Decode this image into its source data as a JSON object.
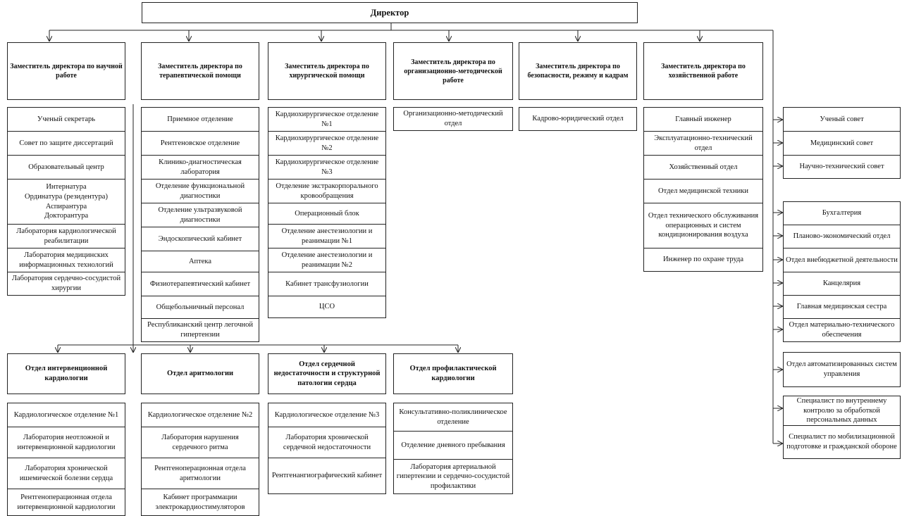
{
  "director": "Директор",
  "deputies": [
    {
      "title": "Заместитель директора по научной работе",
      "units": [
        "Ученый секретарь",
        "Совет по защите диссертаций",
        "Образовательный центр",
        "Интернатура\nОрдинатура (резидентура)\nАспирантура\nДокторантура",
        "Лаборатория кардиологической реабилитации",
        "Лаборатория медицинских информационных технологий",
        "Лаборатория сердечно-сосудистой хирургии"
      ]
    },
    {
      "title": "Заместитель директора по терапевтической помощи",
      "units": [
        "Приемное отделение",
        "Рентгеновское отделение",
        "Клинико-диагностическая лаборатория",
        "Отделение функциональной диагностики",
        "Отделение ультразвуковой диагностики",
        "Эндоскопический кабинет",
        "Аптека",
        "Физиотерапевтический кабинет",
        "Общебольничный персонал",
        "Республиканский центр легочной гипертензии"
      ]
    },
    {
      "title": "Заместитель директора по хирургической помощи",
      "units": [
        "Кардиохирургическое отделение №1",
        "Кардиохирургическое отделение №2",
        "Кардиохирургическое отделение №3",
        "Отделение экстракорпорального кровообращения",
        "Операционный блок",
        "Отделение анестезиологии и реанимации №1",
        "Отделение анестезиологии и реанимации №2",
        "Кабинет трансфузиологии",
        "ЦСО"
      ]
    },
    {
      "title": "Заместитель директора по организационно-методической работе",
      "units": [
        "Организационно-методический отдел"
      ]
    },
    {
      "title": "Заместитель директора по безопасности, режиму и кадрам",
      "units": [
        "Кадрово-юридический отдел"
      ]
    },
    {
      "title": "Заместитель директора по хозяйственной работе",
      "units": [
        "Главный инженер",
        "Эксплуатационно-технический отдел",
        "Хозяйственный отдел",
        "Отдел медицинской техники",
        "Отдел технического обслуживания операционных и систем кондиционирования воздуха",
        "Инженер по охране труда"
      ]
    }
  ],
  "councils": [
    "Ученый совет",
    "Медицинский совет",
    "Научно-технический совет"
  ],
  "admin_units": [
    "Бухгалтерия",
    "Планово-экономический отдел",
    "Отдел внебюджетной деятельности",
    "Канцелярия",
    "Главная медицинская сестра",
    "Отдел материально-технического обеспечения",
    "Отдел автоматизированных систем управления",
    "Специалист по внутреннему контролю за обработкой персональных данных",
    "Специалист по мобилизационной подготовке и гражданской обороне"
  ],
  "cardio_departments": [
    {
      "title": "Отдел интервенционной кардиологии",
      "units": [
        "Кардиологическое отделение №1",
        "Лаборатория неотложной и интервенционной кардиологии",
        "Лаборатория хронической ишемической болезни сердца",
        "Рентгеноперационная отдела интервенционной кардиологии"
      ]
    },
    {
      "title": "Отдел аритмологии",
      "units": [
        "Кардиологическое отделение №2",
        "Лаборатория нарушения сердечного ритма",
        "Рентгеноперационная отдела аритмологии",
        "Кабинет программации электрокардиостимуляторов"
      ]
    },
    {
      "title": "Отдел сердечной недостаточности и структурной патологии сердца",
      "units": [
        "Кардиологическое отделение №3",
        "Лаборатория хронической сердечной недостаточности",
        "Рентгенангиографический кабинет"
      ]
    },
    {
      "title": "Отдел профилактической кардиологии",
      "units": [
        "Консультативно-поликлиническое отделение",
        "Отделение дневного пребывания",
        "Лаборатория артериальной гипертензии и сердечно-сосудистой профилактики"
      ]
    }
  ]
}
